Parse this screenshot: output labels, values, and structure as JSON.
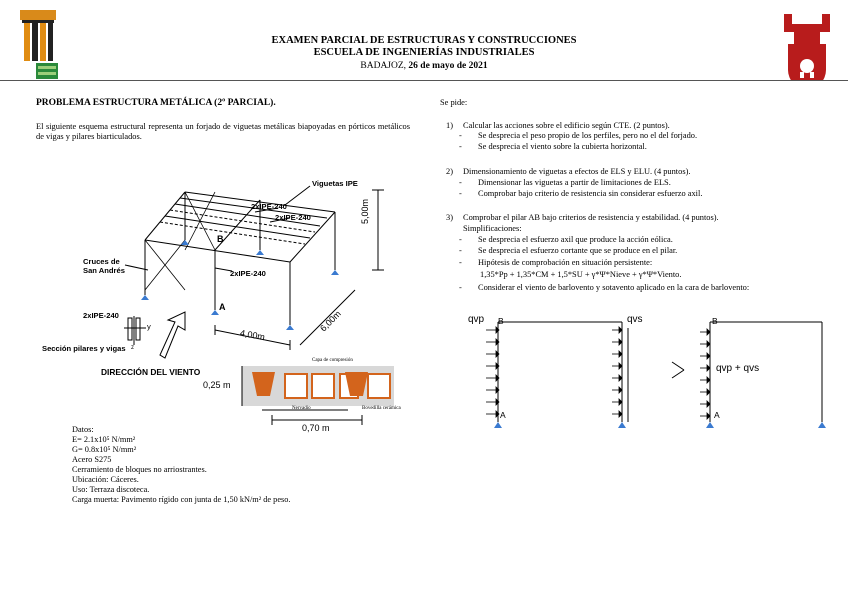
{
  "header": {
    "line1": "EXAMEN PARCIAL DE ESTRUCTURAS Y CONSTRUCCIONES",
    "line2": "ESCUELA DE INGENIERÍAS INDUSTRIALES",
    "line3_city": "BADAJOZ, ",
    "line3_date": "26 de mayo de 2021"
  },
  "problem": {
    "title": "PROBLEMA ESTRUCTURA METÁLICA (2º PARCIAL).",
    "intro": "El siguiente esquema estructural representa un forjado de viguetas metálicas biapoyadas en pórticos metálicos de vigas y pilares biarticulados."
  },
  "figure": {
    "viguetas": "Viguetas IPE",
    "ipe_top1": "2xIPE-240",
    "ipe_top2": "2xIPE-240",
    "ipe_mid": "2xIPE-240",
    "ipe_section": "2xIPE-240",
    "cruces": "Cruces de",
    "san_andres": "San Andrés",
    "seccion": "Sección pilares y vigas",
    "direccion": "DIRECCIÓN DEL VIENTO",
    "node_b": "B",
    "node_a": "A",
    "h500": "5,00m",
    "d400": "4,00m",
    "d600": "6,00m",
    "axis_y": "y",
    "axis_z": "z",
    "slab_thick": "0,25 m",
    "slab_width": "0,70 m",
    "capa": "Capa de compresión",
    "nervio": "Nervadio",
    "bovedilla": "Bovedilla cerámica"
  },
  "data": {
    "heading": "Datos:",
    "E": "E= 2.1x10⁵ N/mm²",
    "G": "G= 0.8x10⁵ N/mm²",
    "steel": "Acero S275",
    "wall": "Cerramiento de bloques no arriostrantes.",
    "location": "Ubicación: Cáceres.",
    "use": "Uso: Terraza discoteca.",
    "dead_load": "Carga muerta: Pavimento rígido con junta de 1,50 kN/m² de peso."
  },
  "questions": {
    "intro": "Se pide:",
    "q1": {
      "num": "1)",
      "text": "Calcular las acciones sobre el edificio según CTE. (2 puntos).",
      "subs": [
        "Se desprecia el peso propio de los perfiles, pero no el del forjado.",
        "Se desprecia el viento sobre la cubierta horizontal."
      ]
    },
    "q2": {
      "num": "2)",
      "text": "Dimensionamiento de viguetas a efectos de ELS y ELU. (4 puntos).",
      "subs": [
        "Dimensionar las viguetas a partir de limitaciones de ELS.",
        "Comprobar bajo criterio de resistencia sin considerar esfuerzo axil."
      ]
    },
    "q3": {
      "num": "3)",
      "text": "Comprobar el pilar AB bajo criterios de resistencia y estabilidad. (4 puntos).",
      "simp": "Simplificaciones:",
      "subs": [
        "Se desprecia el esfuerzo axil que produce la acción eólica.",
        "Se desprecia el esfuerzo cortante que se produce en el pilar.",
        "Hipótesis de comprobación en situación persistente:"
      ],
      "formula": "1,35*Pp + 1,35*CM + 1,5*SU + γ*Ψ*Nieve + γ*Ψ*Viento.",
      "last": "Considerar el viento de barlovento y sotavento aplicado en la cara de barlovento:"
    }
  },
  "wind_diagram": {
    "qvp": "qvp",
    "qvs": "qvs",
    "b": "B",
    "a": "A",
    "sum": "qvp + qvs"
  }
}
